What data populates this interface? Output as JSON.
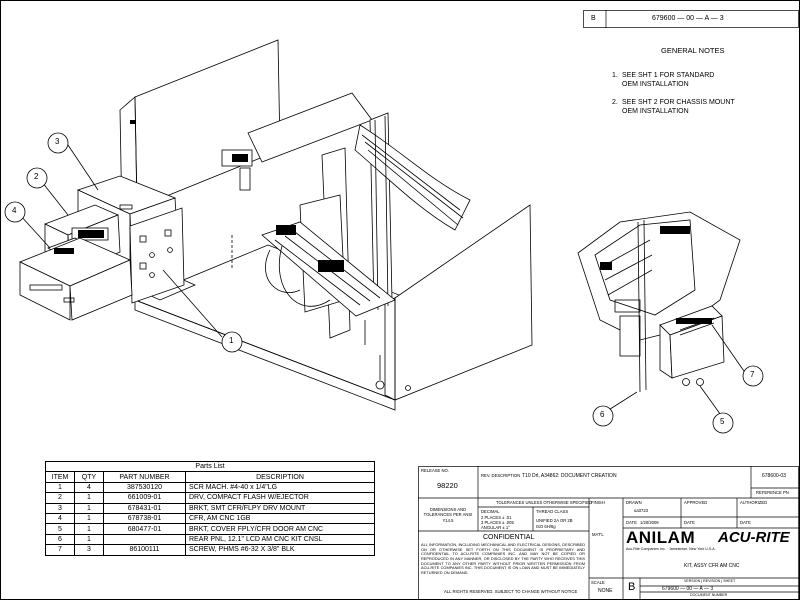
{
  "header": {
    "rev": "B",
    "number_line": "679600 — 00 — A — 3"
  },
  "notes": {
    "title": "GENERAL NOTES",
    "items": [
      {
        "num": "1.",
        "line1": "SEE SHT 1 FOR STANDARD",
        "line2": "OEM INSTALLATION"
      },
      {
        "num": "2.",
        "line1": "SEE SHT 2 FOR CHASSIS MOUNT",
        "line2": "OEM INSTALLATION"
      }
    ]
  },
  "callouts": [
    "1",
    "2",
    "3",
    "4",
    "5",
    "6",
    "7"
  ],
  "parts_list": {
    "title": "Parts List",
    "headers": [
      "ITEM",
      "QTY",
      "PART NUMBER",
      "DESCRIPTION"
    ],
    "rows": [
      [
        "1",
        "4",
        "387530120",
        "SCR MACH. #4-40 x 1/4\"LG"
      ],
      [
        "2",
        "1",
        "661009-01",
        "DRV, COMPACT FLASH W/EJECTOR"
      ],
      [
        "3",
        "1",
        "678431-01",
        "BRKT, SMT CFR/FLPY DRV MOUNT"
      ],
      [
        "4",
        "1",
        "678738-01",
        "CFR, AM CNC 1GB"
      ],
      [
        "5",
        "1",
        "680477-01",
        "BRKT, COVER FPLY/CFR DOOR AM CNC"
      ],
      [
        "6",
        "1",
        "",
        "REAR PNL, 12.1\" LCD AM CNC KIT CNSL"
      ],
      [
        "7",
        "3",
        "86100111",
        "SCREW, PHMS #6-32 X 3/8\" BLK"
      ]
    ]
  },
  "title_block": {
    "release_no_label": "RELEASE NO.",
    "release_no": "98220",
    "rev_desc_label": "REV. DESCRIPTION",
    "rev_desc": "T10 Drl, A34862: DOCUMENT CREATION",
    "ref_number": "678600-03",
    "reference_pn": "REFERENCE PN",
    "tolerances_header": "TOLERANCES UNLESS OTHERWISE SPECIFIED",
    "dimensions_label": "DIMENSIONS AND TOLERANCES PER ANSI Y14.5",
    "decimal_label": "DECIMAL",
    "decimal_1": "2 PLACES ± .01",
    "decimal_2": "3 PLACES ± .005",
    "angular": "ANGULAR ± 1°",
    "thread_class": "THREAD CLASS",
    "thread_unified": "UNIFIED 2A OR 2B",
    "thread_iso": "ISO 6H/6g",
    "finish": "FINISH",
    "drawn_label": "DRAWN",
    "drawn_by": "ua3723",
    "approved_label": "APPROVED",
    "authorized_label": "AUTHORIZED",
    "date_label": "DATE",
    "date_value": "1/20/2009",
    "date_label2": "DATE",
    "date_label3": "DATE",
    "confidential_title": "CONFIDENTIAL",
    "confidential_text": "ALL INFORMATION, INCLUDING MECHANICAL AND ELECTRICAL DESIGNS, DESCRIBED ON OR OTHERWISE SET FORTH ON THIS DOCUMENT IS PROPRIETARY AND CONFIDENTIAL TO ACU-RITE COMPANIES INC. AND MAY NOT BE COPIED OR REPRODUCED IN ANY MANNER, OR DISCLOSED BY THE PARTY WHO RECEIVES THIS DOCUMENT TO ANY OTHER PARTY WITHOUT PRIOR WRITTEN PERMISSION FROM ACU-RITE COMPANIES INC. THIS DOCUMENT IS ON LOAN AND MUST BE IMMEDIATELY RETURNED ON DEMAND.",
    "rights": "ALL RIGHTS RESERVED.  SUBJECT TO CHANGE WITHOUT NOTICE",
    "matl": "MAT'L",
    "brand_anilam": "ANILAM",
    "brand_acurite": "ACU-RITE",
    "company_line": "Acu-Rite Companies Inc. · Jamestown, New York  U.S.A.",
    "drawing_title": "KIT, ASSY CFR AM CNC",
    "scale_label": "SCALE",
    "scale_value": "NONE",
    "size": "B",
    "version_header": "VERSION | REVISION | SHEET",
    "doc_number_line": "679600 — 00 — A — 3",
    "doc_number_label": "DOCUMENT NUMBER"
  }
}
